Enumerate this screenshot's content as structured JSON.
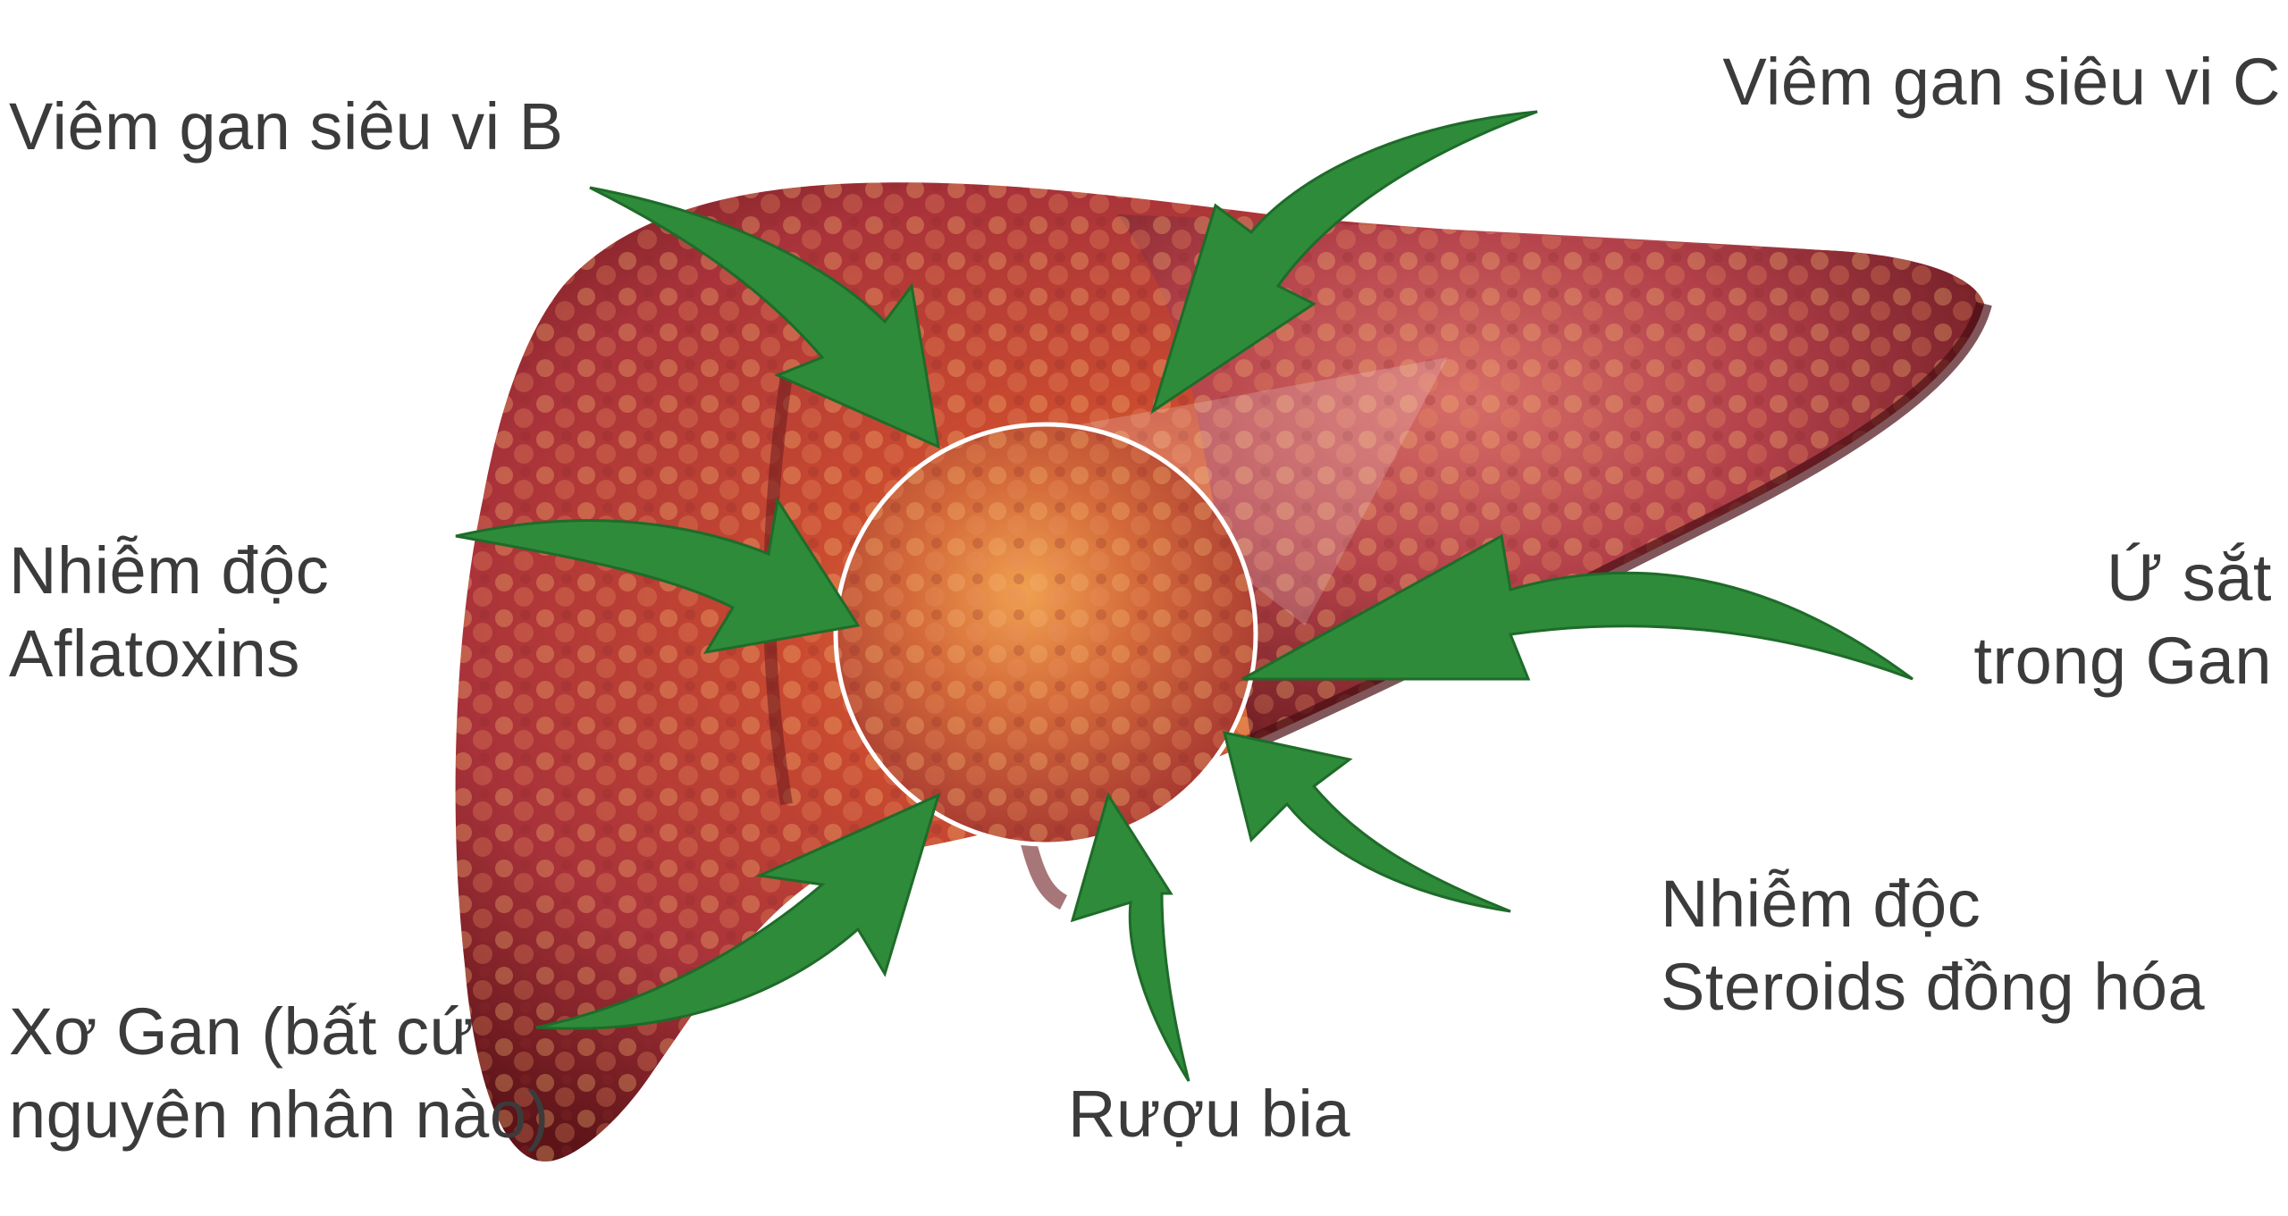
{
  "diagram": {
    "labels": {
      "hepatitis_b": {
        "lines": [
          "Viêm gan siêu vi B"
        ]
      },
      "hepatitis_c": {
        "lines": [
          "Viêm gan siêu vi C"
        ]
      },
      "aflatoxins": {
        "lines": [
          "Nhiễm độc",
          "Aflatoxins"
        ]
      },
      "iron": {
        "lines": [
          "Ứ sắt",
          "trong Gan"
        ]
      },
      "steroids": {
        "lines": [
          "Nhiễm độc",
          "Steroids đồng hóa"
        ]
      },
      "alcohol": {
        "lines": [
          "Rượu bia"
        ]
      },
      "cirrhosis": {
        "lines": [
          "Xơ Gan (bất cứ",
          "nguyên nhân nào)"
        ]
      }
    },
    "colors": {
      "arrow": "#2e8b3a",
      "arrow_dark": "#1f6b2a",
      "liver_main": "#b83a2c",
      "liver_light": "#e07a3a",
      "liver_dark": "#6e1a1a",
      "circle_outline": "#ffffff"
    },
    "icons": {
      "arrow": "green-curved-arrow",
      "organ": "liver-illustration",
      "focus": "magnifier-circle"
    }
  }
}
